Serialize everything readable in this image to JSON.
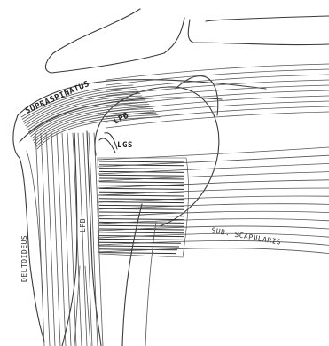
{
  "labels": {
    "supraspinatus": "SUPRASPINATUS",
    "lpb_upper": "LPB",
    "lgs": "LGS",
    "lpb_lower": "LPB",
    "subscapularis": "SUB. SCAPULARIS",
    "deltoid_vertical": "DELTOIDEUS"
  }
}
